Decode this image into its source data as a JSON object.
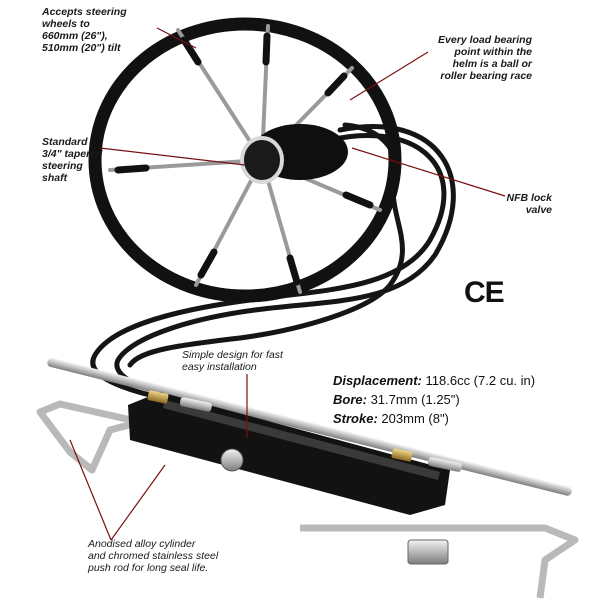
{
  "callouts": {
    "wheels": [
      "Accepts steering",
      "wheels to",
      "660mm (26\"),",
      "510mm (20\") tilt"
    ],
    "bearing": [
      "Every load bearing",
      "point within the",
      "helm is a ball or",
      "roller bearing race"
    ],
    "shaft": [
      "Standard",
      "3/4\" tapered",
      "steering",
      "shaft"
    ],
    "nfb": [
      "NFB lock",
      "valve"
    ],
    "design": [
      "Simple design for fast",
      "easy installation"
    ],
    "cylinder": [
      "Anodised alloy cylinder",
      "and chromed stainless steel",
      "push rod for long seal life."
    ]
  },
  "specs": [
    {
      "label": "Displacement:",
      "value": "118.6cc (7.2 cu. in)"
    },
    {
      "label": "Bore:",
      "value": "31.7mm (1.25\")"
    },
    {
      "label": "Stroke:",
      "value": "203mm (8\")"
    }
  ],
  "ce_mark": "CE",
  "colors": {
    "wheel": "#111111",
    "spoke": "#9a9a9a",
    "hose": "#151515",
    "steel": "#c8c8c8",
    "brass": "#c9a24a"
  }
}
